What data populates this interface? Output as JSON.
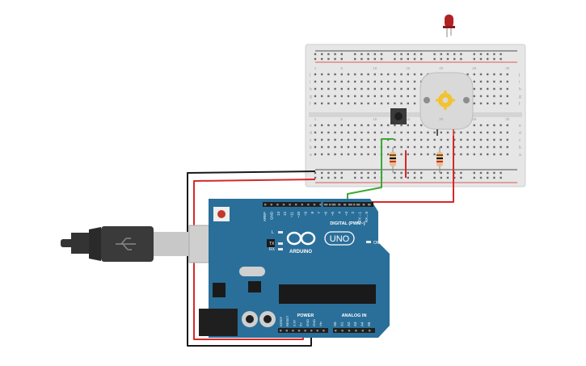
{
  "arduino": {
    "brand": "ARDUINO",
    "model": "UNO",
    "digital_label": "DIGITAL (PWM~)",
    "power_label": "POWER",
    "analog_label": "ANALOG IN",
    "on_label": "ON",
    "l_label": "L",
    "tx_label": "TX",
    "rx_label": "RX",
    "digital_pins": [
      "AREF",
      "GND",
      "13",
      "12",
      "~11",
      "~10",
      "~9",
      "8",
      "7",
      "~6",
      "~5",
      "4",
      "~3",
      "2",
      "TX→1",
      "RX←0"
    ],
    "power_pins": [
      "IOREF",
      "RESET",
      "3.3V",
      "5V",
      "GND",
      "GND",
      "Vin"
    ],
    "analog_pins": [
      "A0",
      "A1",
      "A2",
      "A3",
      "A4",
      "A5"
    ]
  },
  "breadboard": {
    "row_letters_top": [
      "j",
      "i",
      "h",
      "g",
      "f"
    ],
    "row_letters_bottom": [
      "e",
      "d",
      "c",
      "b",
      "a"
    ],
    "columns": [
      "1",
      "5",
      "10",
      "15",
      "20",
      "25",
      "30"
    ]
  },
  "colors": {
    "board": "#2a6f9a",
    "breadboard": "#e6e6e6",
    "wire_red": "#d62828",
    "wire_black": "#1a1a1a",
    "wire_green": "#3aaa35",
    "led": "#b22222",
    "motor": "#d9d9d9",
    "gear": "#f2c230"
  }
}
